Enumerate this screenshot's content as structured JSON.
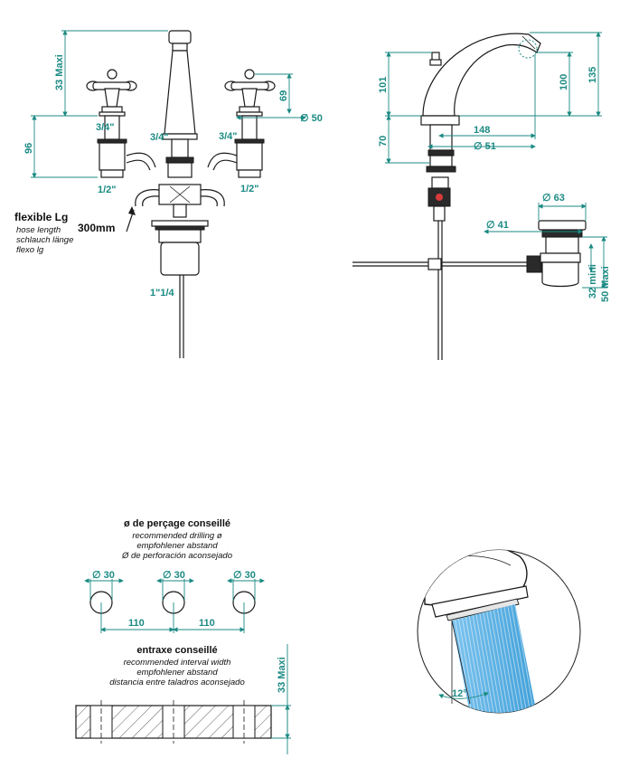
{
  "front_view": {
    "dim_33_maxi": "33 Maxi",
    "dim_96": "96",
    "dim_69": "69",
    "dim_50": "50",
    "thread_3_4_left": "3/4\"",
    "thread_3_4_center": "3/4\"",
    "thread_3_4_right": "3/4\"",
    "thread_1_2_left": "1/2\"",
    "thread_1_2_right": "1/2\"",
    "thread_1_1_4": "1\"1/4",
    "flexible_title": "flexible Lg",
    "flexible_lines": [
      "hose length",
      "schlauch länge",
      "flexo lg"
    ],
    "hose_length": "300mm"
  },
  "side_view": {
    "dim_101": "101",
    "dim_70": "70",
    "dim_100": "100",
    "dim_135": "135",
    "dim_148": "148",
    "dim_51": "51",
    "dim_63": "63",
    "dim_41": "41",
    "dim_32_mini": "32 mini",
    "dim_50_maxi": "50 Maxi"
  },
  "drilling": {
    "title": "ø de perçage conseillé",
    "subtitle_lines": [
      "recommended drilling ø",
      "empfohlener abstand",
      "Ø de perforación aconsejado"
    ],
    "hole_diameters": [
      "30",
      "30",
      "30"
    ],
    "spacing_left": "110",
    "spacing_right": "110"
  },
  "interval": {
    "title": "entraxe conseillé",
    "subtitle_lines": [
      "recommended interval width",
      "empfohlener abstand",
      "distancia entre taladros aconsejado"
    ],
    "dim_33_maxi": "33 Maxi"
  },
  "spout_detail": {
    "angle": "12°"
  },
  "colors": {
    "dimension": "#1b8a83",
    "line": "#1a1a1a",
    "water": "#5fb3e6"
  }
}
